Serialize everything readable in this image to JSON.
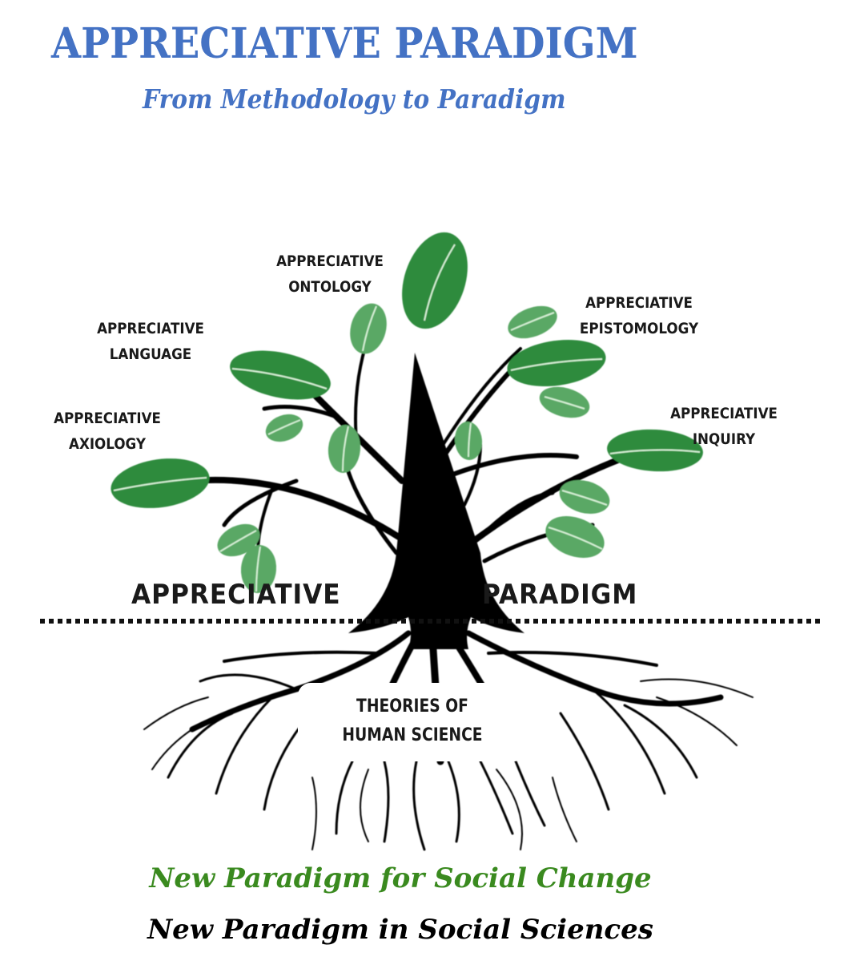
{
  "header": {
    "title": "APPRECIATIVE PARADIGM",
    "subtitle": "From Methodology to Paradigm"
  },
  "diagram": {
    "type": "tree",
    "branch_labels": [
      {
        "line1": "APPRECIATIVE",
        "line2": "ONTOLOGY"
      },
      {
        "line1": "APPRECIATIVE",
        "line2": "LANGUAGE"
      },
      {
        "line1": "APPRECIATIVE",
        "line2": "EPISTOMOLOGY"
      },
      {
        "line1": "APPRECIATIVE",
        "line2": "AXIOLOGY"
      },
      {
        "line1": "APPRECIATIVE",
        "line2": "INQUIRY"
      }
    ],
    "ground_label_left": "APPRECIATIVE",
    "ground_label_right": "PARADIGM",
    "roots": {
      "line1": "THEORIES OF",
      "line2": "HUMAN SCIENCE"
    },
    "colors": {
      "leaf_dark": "#2e8b3e",
      "leaf_light": "#5aa865",
      "trunk": "#000000",
      "vein": "#d6f0d6"
    }
  },
  "footer": {
    "tagline_1": "New Paradigm for Social Change",
    "tagline_2": "New Paradigm in Social Sciences"
  },
  "colors": {
    "title": "#4472c4",
    "tagline_1": "#3a8a1f",
    "tagline_2": "#000000"
  }
}
